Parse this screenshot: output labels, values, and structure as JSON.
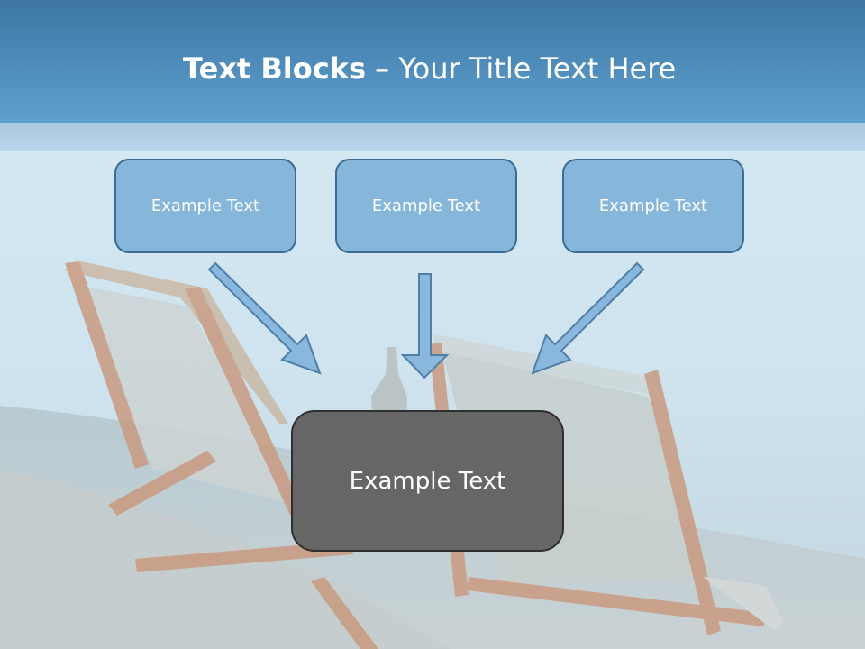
{
  "title": {
    "bold": "Text Blocks",
    "separator": " – ",
    "rest": "Your Title Text Here"
  },
  "blocks": [
    {
      "label": "Example Text"
    },
    {
      "label": "Example Text"
    },
    {
      "label": "Example Text"
    }
  ],
  "center_block": {
    "label": "Example Text"
  },
  "colors": {
    "header": "#4a88b8",
    "block_fill": "#86b6d9",
    "block_border": "#3b6c95",
    "center_fill": "#666666",
    "arrow_fill": "#8ab8dc",
    "arrow_stroke": "#4f7fa8"
  }
}
